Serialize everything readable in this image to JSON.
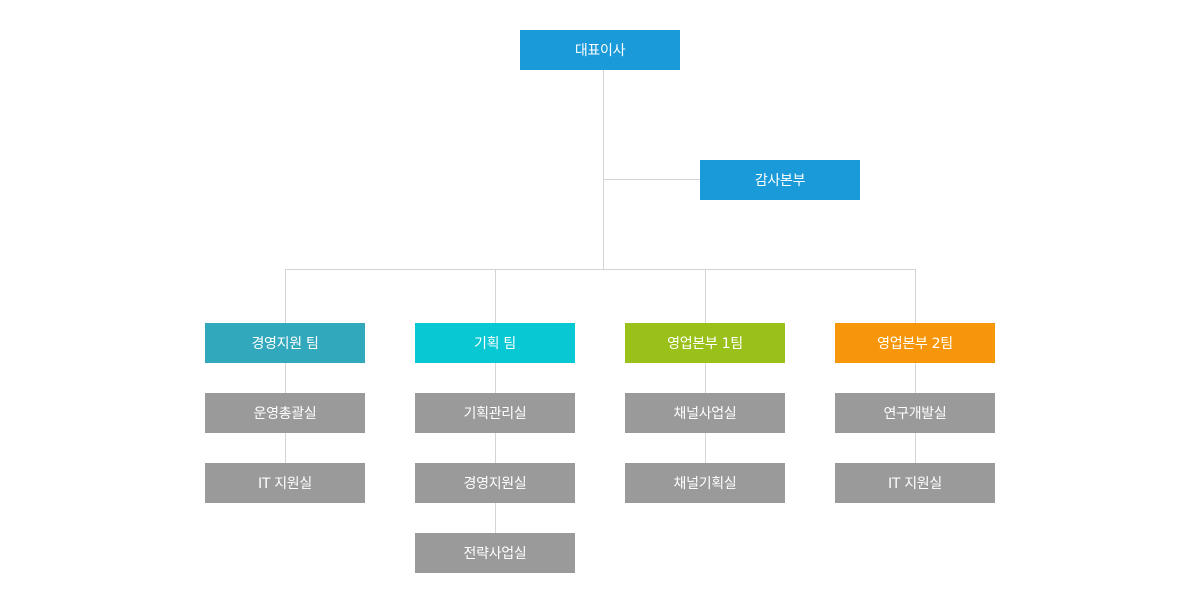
{
  "colors": {
    "ceo": "#1a9ad9",
    "audit": "#1a9ad9",
    "team_management": "#31a8bb",
    "team_planning": "#08c8d4",
    "team_sales1": "#9ac11a",
    "team_sales2": "#f7960a",
    "office": "#9a9a9a",
    "connector": "#d4d4d4",
    "text": "#ffffff"
  },
  "ceo": {
    "label": "대표이사"
  },
  "audit": {
    "label": "감사본부"
  },
  "teams": [
    {
      "label": "경영지원 팀",
      "offices": [
        "운영총괄실",
        "IT 지원실"
      ]
    },
    {
      "label": "기획 팀",
      "offices": [
        "기획관리실",
        "경영지원실",
        "전략사업실"
      ]
    },
    {
      "label": "영업본부 1팀",
      "offices": [
        "채널사업실",
        "채널기획실"
      ]
    },
    {
      "label": "영업본부 2팀",
      "offices": [
        "연구개발실",
        "IT 지원실"
      ]
    }
  ]
}
